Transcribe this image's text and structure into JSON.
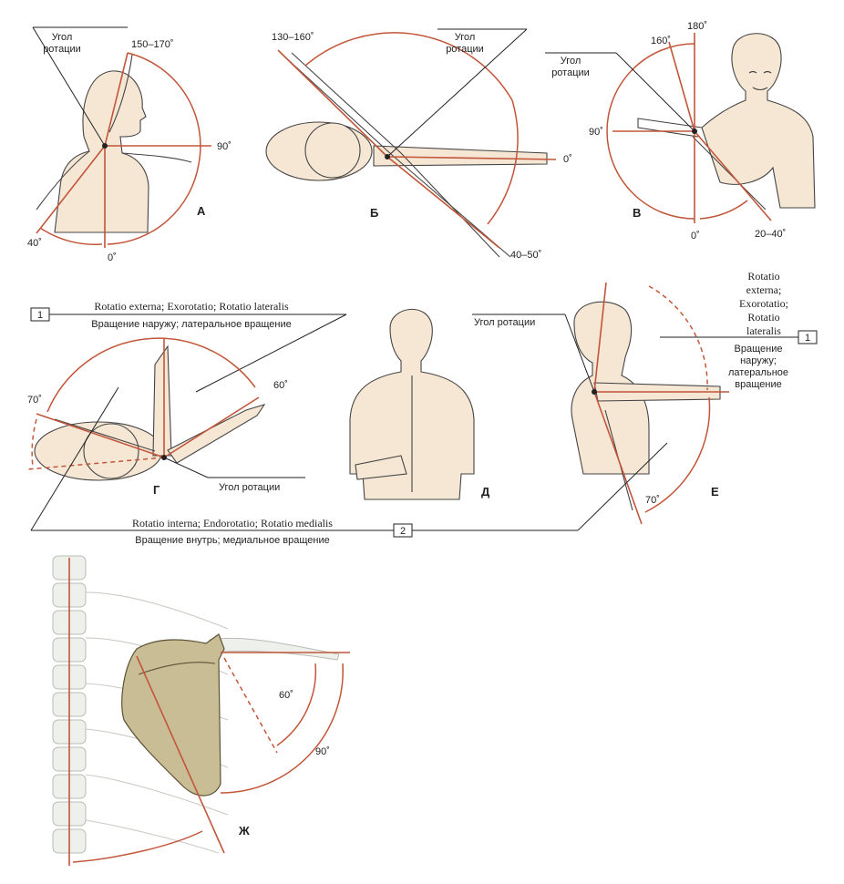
{
  "colors": {
    "accent": "#c2563a",
    "skin": "#f6e7d5",
    "bone": "#c9bd95"
  },
  "panels": {
    "a": {
      "letter": "А",
      "rot_line1": "Угол",
      "rot_line2": "ротации",
      "deg_top": "150–170˚",
      "deg_right": "90˚",
      "deg_left": "40˚",
      "deg_bottom": "0˚"
    },
    "b": {
      "letter": "Б",
      "rot_line1": "Угол",
      "rot_line2": "ротации",
      "deg_top": "130–160˚",
      "deg_right": "0˚",
      "deg_bottom": "40–50˚"
    },
    "v": {
      "letter": "В",
      "rot_line1": "Угол",
      "rot_line2": "ротации",
      "deg_160": "160˚",
      "deg_180": "180˚",
      "deg_left": "90˚",
      "deg_bottom": "0˚",
      "deg_br": "20–40˚"
    },
    "g": {
      "letter": "Г",
      "rot": "Угол ротации",
      "deg_left": "70˚",
      "deg_right": "60˚"
    },
    "d": {
      "letter": "Д"
    },
    "e": {
      "letter": "Е",
      "rot": "Угол ротации",
      "deg_bottom": "70˚",
      "latin_1": "Rotatio",
      "latin_2": "externa;",
      "latin_3": "Exorotatio;",
      "latin_4": "Rotatio",
      "latin_5": "lateralis",
      "ru_1": "Вращение",
      "ru_2": "наружу;",
      "ru_3": "латеральное",
      "ru_4": "вращение"
    },
    "zh": {
      "letter": "Ж",
      "deg_60": "60˚",
      "deg_90": "90˚"
    }
  },
  "legend": {
    "one": {
      "number": "1",
      "latin": "Rotatio externa; Exorotatio; Rotatio lateralis",
      "ru": "Вращение наружу; латеральное вращение"
    },
    "two": {
      "number": "2",
      "latin": "Rotatio interna; Endorotatio; Rotatio medialis",
      "ru": "Вращение внутрь; медиальное вращение"
    }
  }
}
